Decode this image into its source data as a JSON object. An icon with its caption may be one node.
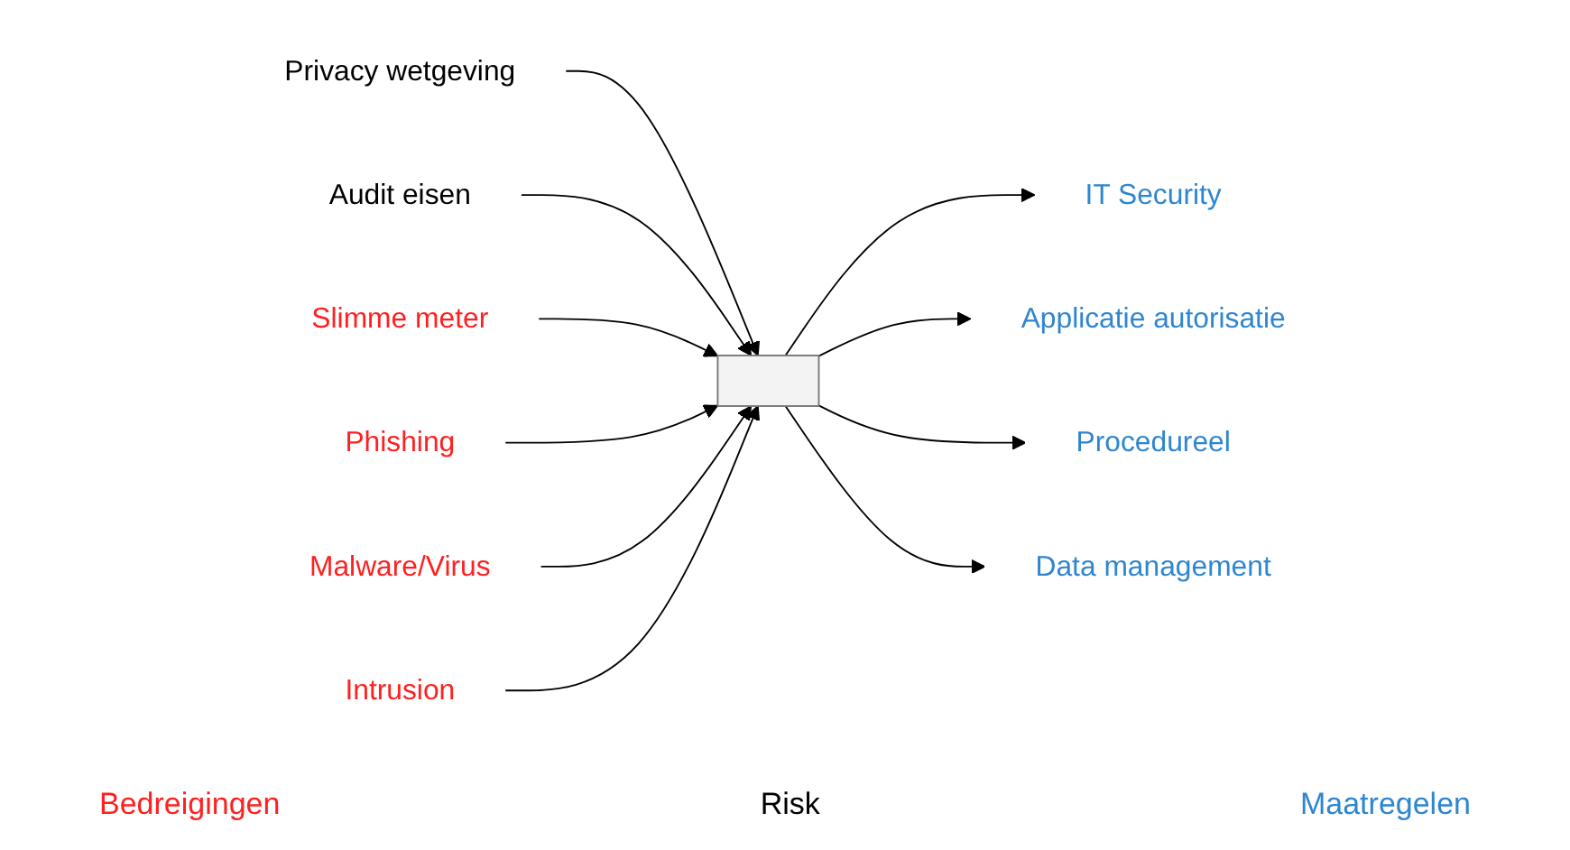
{
  "diagram": {
    "nodes": [
      {
        "text": [
          "Privacy wetgeving"
        ]
      },
      {
        "text": [
          "Audit eisen"
        ]
      },
      {
        "text": [
          "Slimme meter"
        ]
      },
      {
        "text": [
          "Phishing"
        ]
      },
      {
        "text": [
          "Malware/Virus"
        ]
      },
      {
        "text": [
          "Intrusion"
        ]
      },
      {
        "text": [],
        "shape": "box"
      },
      {
        "text": [
          "IT Security"
        ]
      },
      {
        "text": [
          "Applicatie autorisatie"
        ]
      },
      {
        "text": [
          "Procedureel"
        ]
      },
      {
        "text": [
          "Data management"
        ]
      }
    ],
    "edges": [
      {
        "from": 0,
        "to": 6,
        "arrow": "to"
      },
      {
        "from": 1,
        "to": 6,
        "arrow": "to"
      },
      {
        "from": 2,
        "to": 6,
        "arrow": "to"
      },
      {
        "from": 3,
        "to": 6,
        "arrow": "to"
      },
      {
        "from": 4,
        "to": 6,
        "arrow": "to"
      },
      {
        "from": 5,
        "to": 6,
        "arrow": "to"
      },
      {
        "from": 6,
        "to": 7,
        "arrow": "to"
      },
      {
        "from": 6,
        "to": 8,
        "arrow": "to"
      },
      {
        "from": 6,
        "to": 9,
        "arrow": "to"
      },
      {
        "from": 6,
        "to": 10,
        "arrow": "to"
      }
    ],
    "labels": [
      "Bedreigingen",
      "Risk",
      "Maatregelen"
    ]
  }
}
